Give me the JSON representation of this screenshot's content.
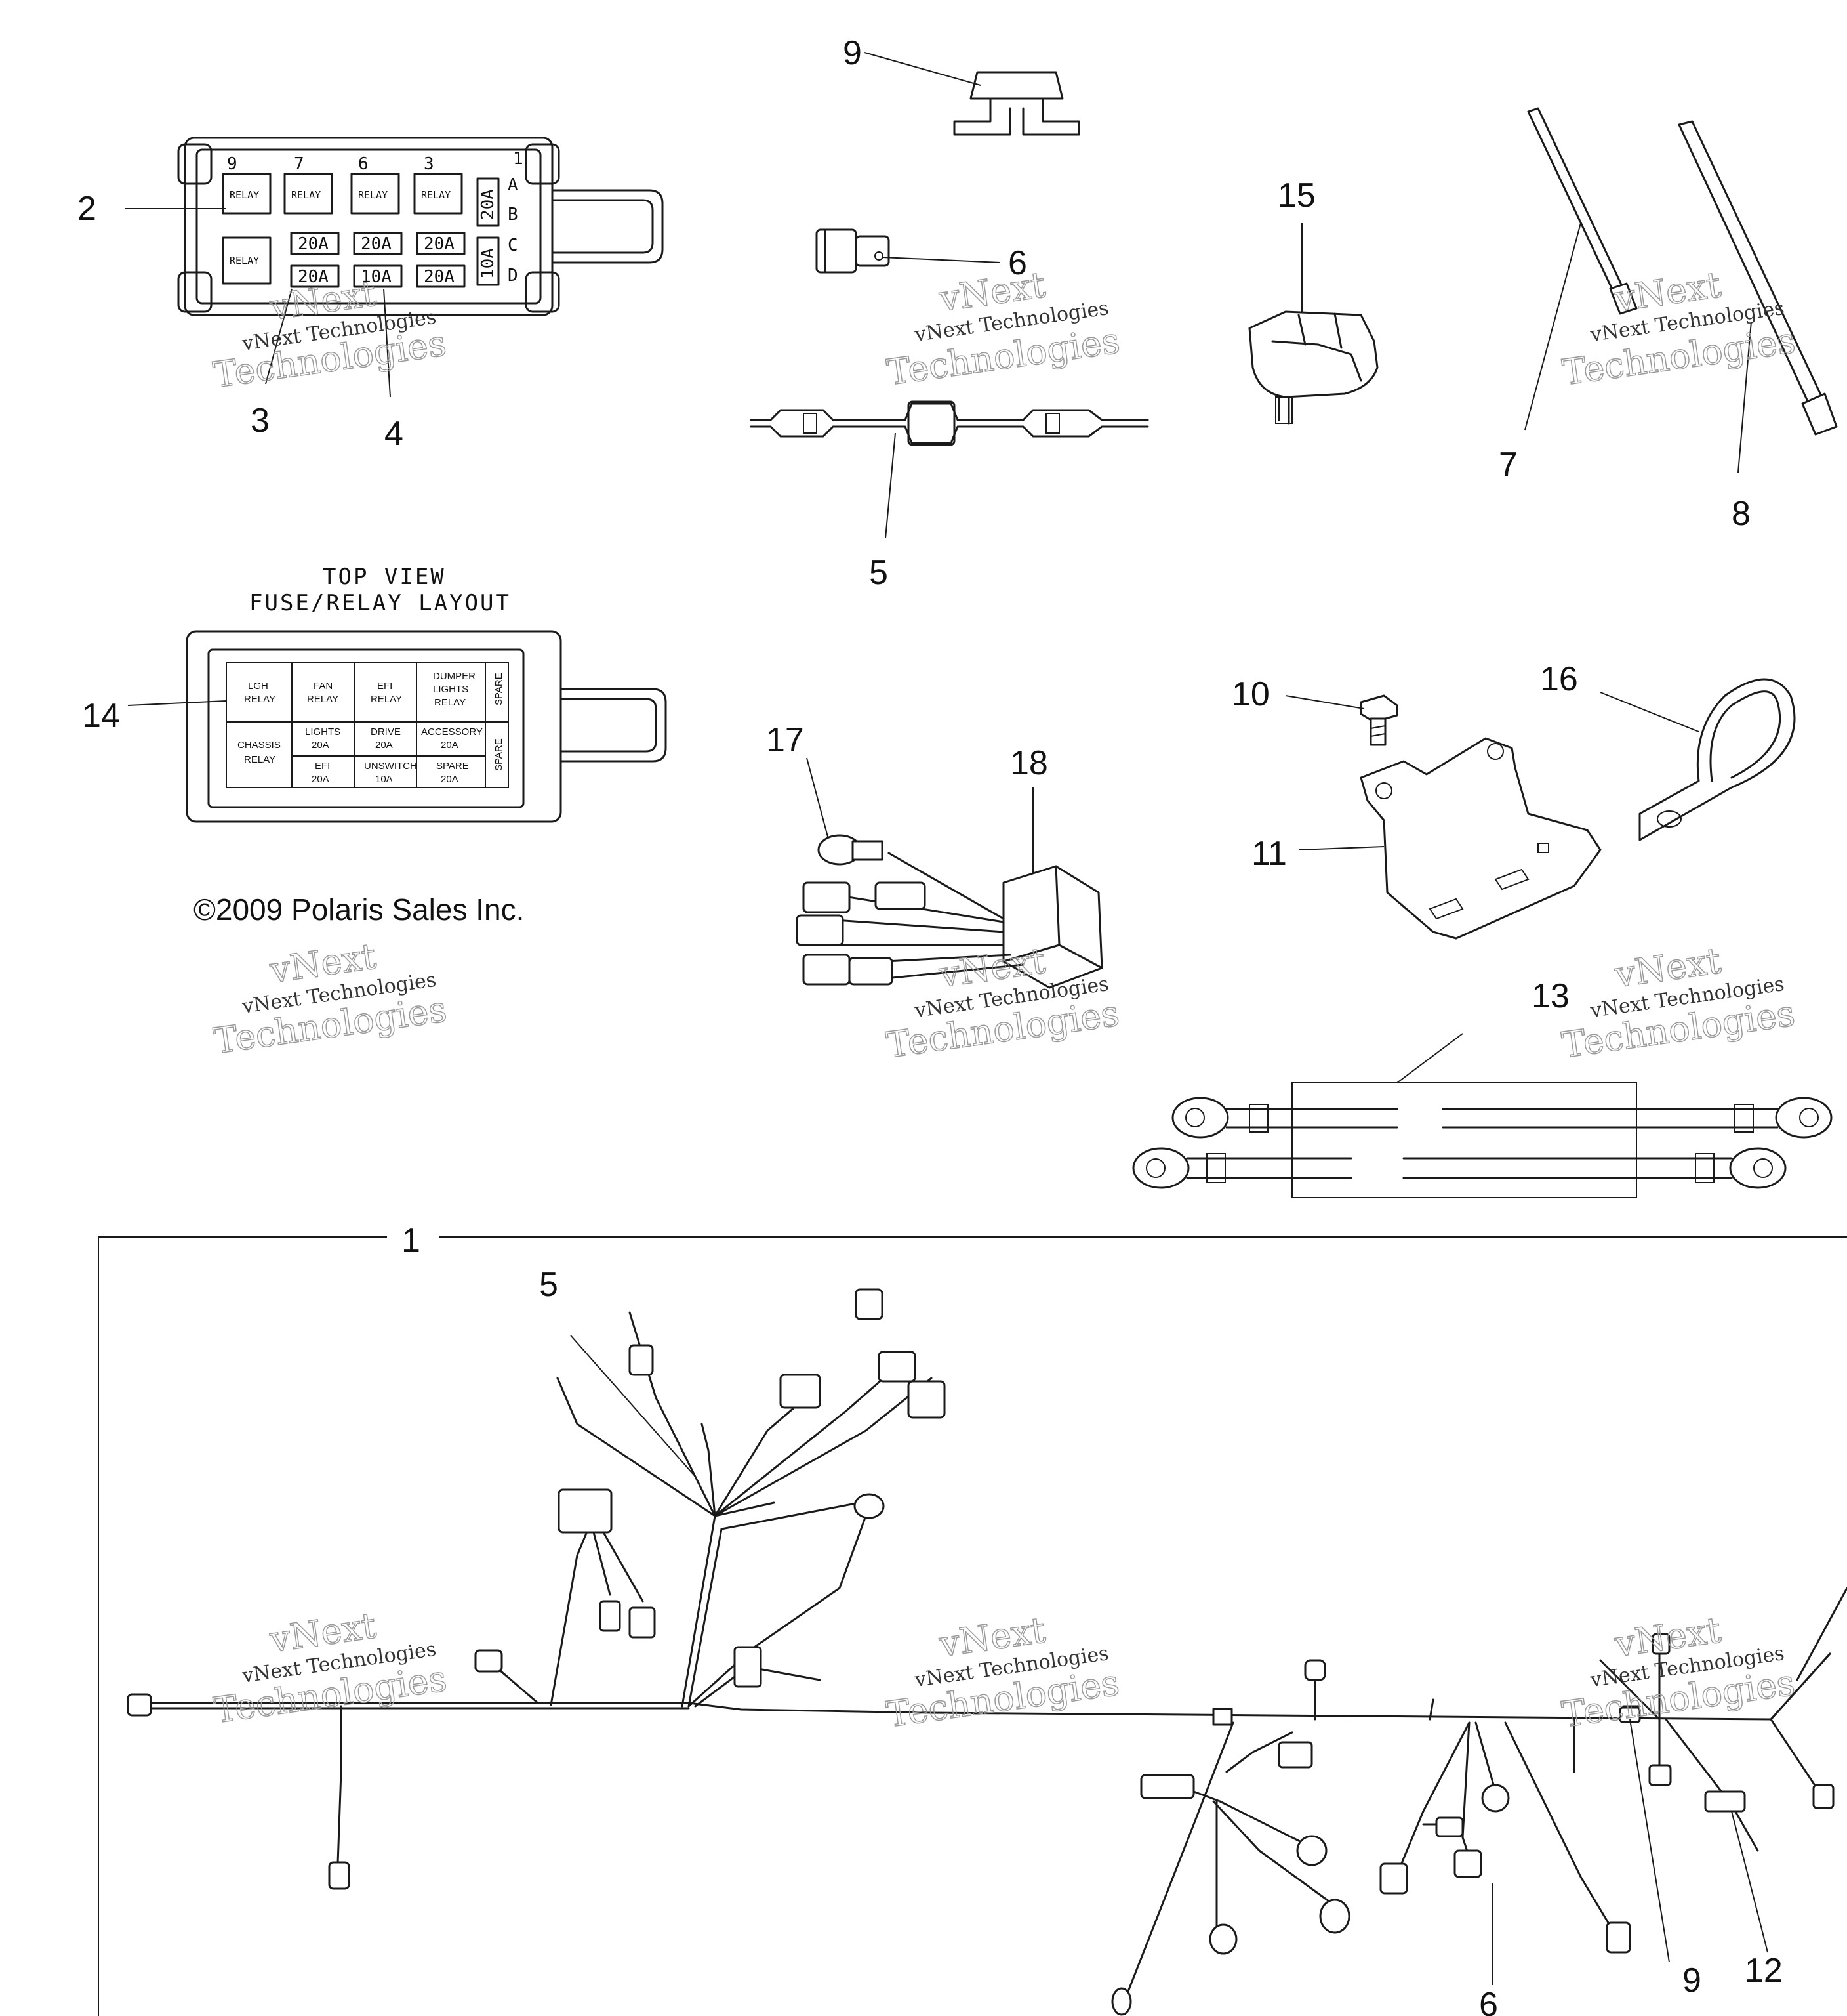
{
  "callouts": {
    "c1": "1",
    "c2": "2",
    "c3": "3",
    "c4": "4",
    "c5": "5",
    "c5b": "5",
    "c6": "6",
    "c6b": "6",
    "c7": "7",
    "c8": "8",
    "c9": "9",
    "c9b": "9",
    "c10": "10",
    "c11": "11",
    "c12": "12",
    "c13": "13",
    "c14": "14",
    "c15": "15",
    "c16": "16",
    "c17": "17",
    "c18": "18"
  },
  "fuse_box_labels": {
    "pos_top": [
      "9",
      "7",
      "6",
      "3",
      "1"
    ],
    "rows": [
      "A",
      "B",
      "C",
      "D"
    ],
    "relay": "RELAY",
    "fuse_20a": "20A",
    "fuse_10a": "10A"
  },
  "layout_panel": {
    "title_line1": "TOP VIEW",
    "title_line2": "FUSE/RELAY LAYOUT",
    "cells": {
      "fan_relay_a": "LGH",
      "fan_relay_b": "RELAY",
      "fan_a": "FAN",
      "fan_b": "RELAY",
      "efi_a": "EFI",
      "efi_b": "RELAY",
      "dumper_a": "DUMPER",
      "dumper_b": "LIGHTS",
      "dumper_c": "RELAY",
      "spare_top": "SPARE",
      "chassis_a": "CHASSIS",
      "chassis_b": "RELAY",
      "lights_a": "LIGHTS",
      "lights_b": "20A",
      "drive_a": "DRIVE",
      "drive_b": "20A",
      "acc_a": "ACCESSORY",
      "acc_b": "20A",
      "spare_mid": "SPARE",
      "efi2_a": "EFI",
      "efi2_b": "20A",
      "unswitch_a": "UNSWITCH",
      "unswitch_b": "10A",
      "spare2_a": "SPARE",
      "spare2_b": "20A"
    }
  },
  "copyright": "©2009 Polaris Sales Inc.",
  "watermark": {
    "line1": "vNext Technologies",
    "line2": "Technologies",
    "mark": "vNext"
  }
}
